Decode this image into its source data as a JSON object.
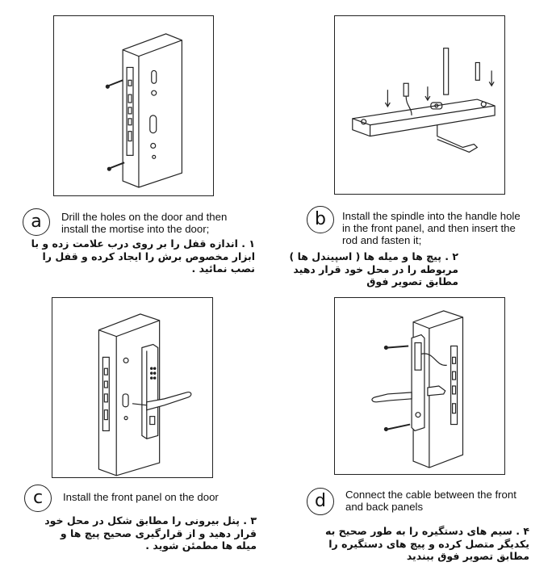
{
  "steps": [
    {
      "letter": "a",
      "en": "Drill the holes on the door and then\ninstall the mortise into the door;",
      "fa": "۱ . اندازه قفل را بر روی درب علامت زده و با\nابزار مخصوص برش را ایجاد کرده و قفل را\nنصب نمائید ."
    },
    {
      "letter": "b",
      "en": "Install the spindle into the handle hole\nin the front panel, and then insert the\nrod and fasten it;",
      "fa": "۲ . پیچ ها و میله ها ( اسپیندل ها )\nمربوطه را در محل خود قرار دهید\nمطابق تصویر فوق"
    },
    {
      "letter": "c",
      "en": "Install the front panel on the door",
      "fa": "۳ . پنل بیرونی را مطابق شکل در محل خود\nقرار دهید و از قرارگیری صحیح پیچ ها و\nمیله ها مطمئن شوید ."
    },
    {
      "letter": "d",
      "en": "Connect the cable between the front\nand back panels",
      "fa": "۴ . سیم های دستگیره را به طور صحیح به\nیکدیگر متصل کرده و پیچ های دستگیره را\nمطابق تصویر فوق ببندید"
    }
  ]
}
